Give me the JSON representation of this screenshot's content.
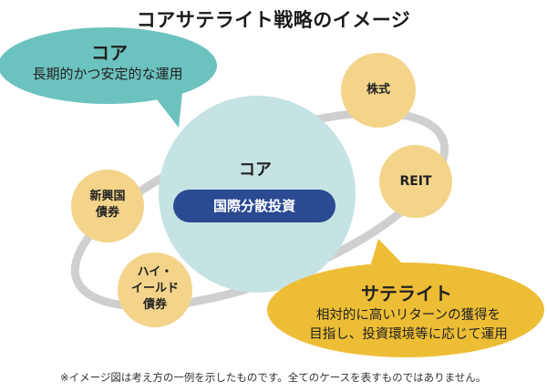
{
  "title": "コアサテライト戦略のイメージ",
  "core_bubble": {
    "title": "コア",
    "description": "長期的かつ安定的な運用"
  },
  "core_circle": {
    "label": "コア",
    "pill_text": "国際分散投資"
  },
  "assets": {
    "stocks": "株式",
    "reit": "REIT",
    "emerging_bonds": [
      "新興国",
      "債券"
    ],
    "high_yield_bonds": [
      "ハイ・",
      "イールド",
      "債券"
    ]
  },
  "satellite_bubble": {
    "title": "サテライト",
    "description_lines": [
      "相対的に高いリターンの獲得を",
      "目指し、投資環境等に応じて運用"
    ]
  },
  "footnote": "※イメージ図は考え方の一例を示したものです。全てのケースを表すものではありません。",
  "colors": {
    "core_bubble": "#6cc2bf",
    "core_circle": "#c6e3e3",
    "core_pill": "#2a4a92",
    "satellite_bubble": "#edbd35",
    "asset_circle": "#f3d48a",
    "orbit": "#cfcfcf"
  }
}
